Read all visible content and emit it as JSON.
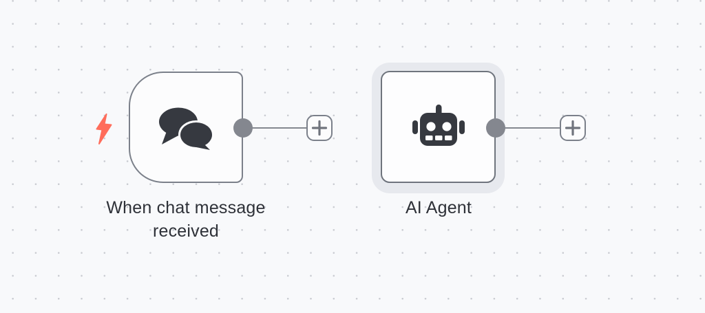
{
  "canvas": {
    "type": "workflow-editor",
    "background_color": "#f8f9fb",
    "grid_dot_color": "#c9cbd1"
  },
  "nodes": [
    {
      "id": "chat-trigger",
      "label": "When chat message received",
      "kind": "trigger",
      "icon": "chat-bubbles-icon",
      "has_trigger_bolt": true
    },
    {
      "id": "ai-agent",
      "label": "AI Agent",
      "kind": "agent",
      "icon": "robot-icon",
      "selected": true
    }
  ],
  "connectors": [
    {
      "from": "chat-trigger",
      "endpoint": "output-dot",
      "action": "add-node"
    },
    {
      "from": "ai-agent",
      "endpoint": "output-dot",
      "action": "add-node"
    }
  ],
  "colors": {
    "node_border": "#7b808a",
    "node_fill": "#fcfcfd",
    "connector_gray": "#84878f",
    "icon_dark": "#363940",
    "trigger_bolt": "#ff6d5b",
    "selection_halo": "#e7e9ee",
    "label_text": "#2e3138"
  }
}
